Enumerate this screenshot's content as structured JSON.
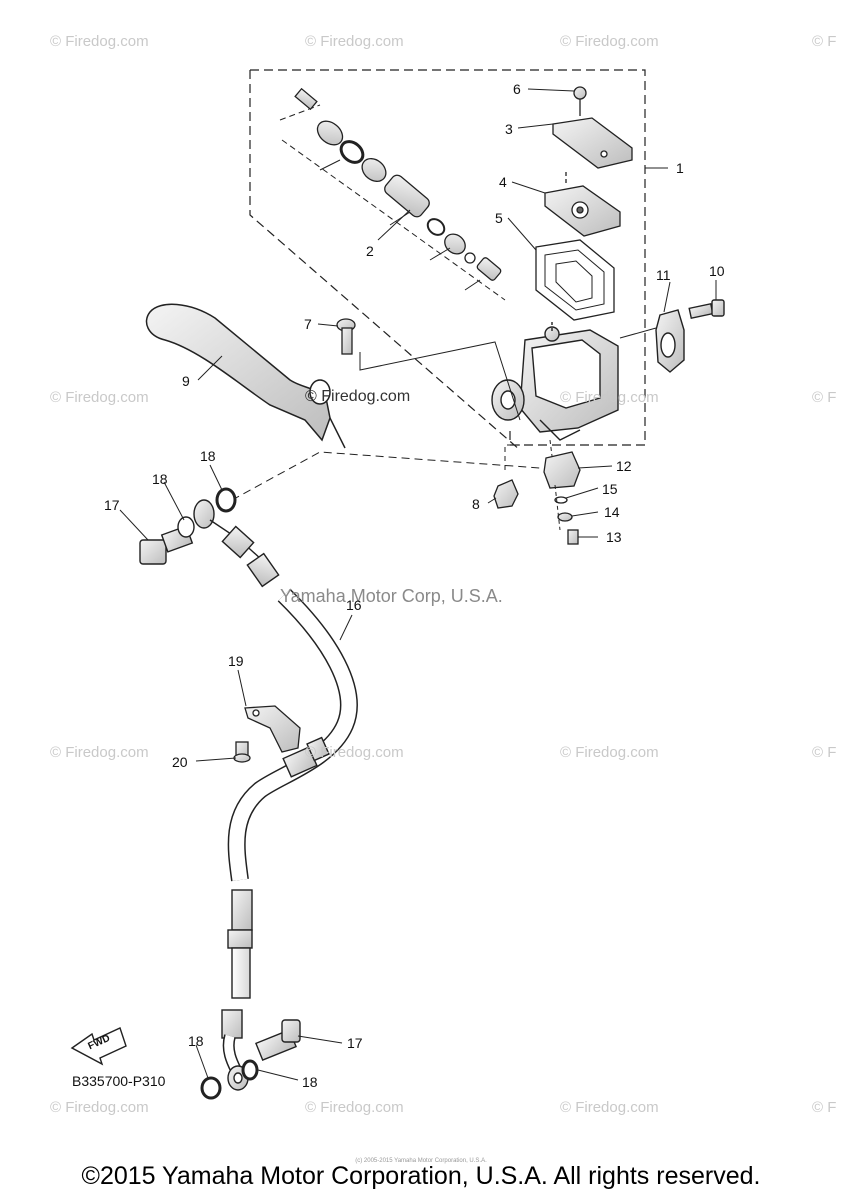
{
  "watermarks": {
    "firedog": "© Firedog.com",
    "firedog_edge": "© F",
    "firedog_center": "© Firedog.com",
    "yamaha": "Yamaha Motor Corp, U.S.A."
  },
  "callouts": {
    "p1": "1",
    "p2": "2",
    "p3": "3",
    "p4": "4",
    "p5": "5",
    "p6": "6",
    "p7": "7",
    "p8": "8",
    "p9": "9",
    "p10": "10",
    "p11": "11",
    "p12": "12",
    "p13": "13",
    "p14": "14",
    "p15": "15",
    "p16": "16",
    "p17a": "17",
    "p17b": "17",
    "p18a": "18",
    "p18b": "18",
    "p18c": "18",
    "p18d": "18",
    "p19": "19",
    "p20": "20"
  },
  "fwd_label": "FWD",
  "part_code": "B335700-P310",
  "tiny_copyright": "(c) 2005-2015 Yamaha Motor Corporation, U.S.A.",
  "copyright": "©2015 Yamaha Motor Corporation, U.S.A. All rights reserved."
}
